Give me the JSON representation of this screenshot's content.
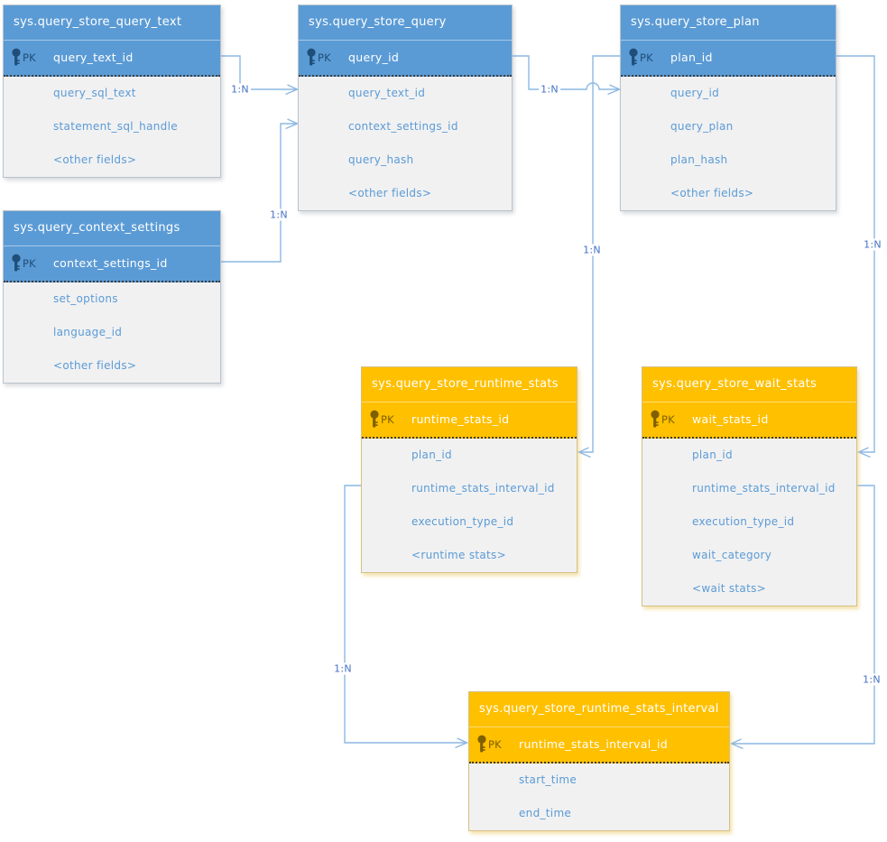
{
  "diagram": {
    "kind": "entity-relationship-diagram",
    "relationship_cardinality": "1:N",
    "tables": [
      {
        "title": "sys.query_store_query_text",
        "theme": "blue",
        "pk_label": "PK",
        "pk_field": "query_text_id",
        "fields": [
          "query_sql_text",
          "statement_sql_handle",
          "<other fields>"
        ]
      },
      {
        "title": "sys.query_store_query",
        "theme": "blue",
        "pk_label": "PK",
        "pk_field": "query_id",
        "fields": [
          "query_text_id",
          "context_settings_id",
          "query_hash",
          "<other fields>"
        ]
      },
      {
        "title": "sys.query_store_plan",
        "theme": "blue",
        "pk_label": "PK",
        "pk_field": "plan_id",
        "fields": [
          "query_id",
          "query_plan",
          "plan_hash",
          "<other fields>"
        ]
      },
      {
        "title": "sys.query_context_settings",
        "theme": "blue",
        "pk_label": "PK",
        "pk_field": "context_settings_id",
        "fields": [
          "set_options",
          "language_id",
          "<other fields>"
        ]
      },
      {
        "title": "sys.query_store_runtime_stats",
        "theme": "orange",
        "pk_label": "PK",
        "pk_field": "runtime_stats_id",
        "fields": [
          "plan_id",
          "runtime_stats_interval_id",
          "execution_type_id",
          "<runtime stats>"
        ]
      },
      {
        "title": "sys.query_store_wait_stats",
        "theme": "orange",
        "pk_label": "PK",
        "pk_field": "wait_stats_id",
        "fields": [
          "plan_id",
          "runtime_stats_interval_id",
          "execution_type_id",
          "wait_category",
          "<wait stats>"
        ]
      },
      {
        "title": "sys.query_store_runtime_stats_interval",
        "theme": "orange",
        "pk_label": "PK",
        "pk_field": "runtime_stats_interval_id",
        "fields": [
          "start_time",
          "end_time"
        ]
      }
    ],
    "connectors": [
      {
        "label": "1:N",
        "from": "sys.query_store_query_text.query_text_id",
        "to": "sys.query_store_query.query_text_id"
      },
      {
        "label": "1:N",
        "from": "sys.query_context_settings.context_settings_id",
        "to": "sys.query_store_query.context_settings_id"
      },
      {
        "label": "1:N",
        "from": "sys.query_store_query.query_id",
        "to": "sys.query_store_plan.query_id"
      },
      {
        "label": "1:N",
        "from": "sys.query_store_plan.plan_id",
        "to": "sys.query_store_runtime_stats.plan_id"
      },
      {
        "label": "1:N",
        "from": "sys.query_store_plan.plan_id",
        "to": "sys.query_store_wait_stats.plan_id"
      },
      {
        "label": "1:N",
        "from": "sys.query_store_runtime_stats.runtime_stats_interval_id",
        "to": "sys.query_store_runtime_stats_interval.runtime_stats_interval_id"
      },
      {
        "label": "1:N",
        "from": "sys.query_store_wait_stats.runtime_stats_interval_id",
        "to": "sys.query_store_runtime_stats_interval.runtime_stats_interval_id"
      }
    ],
    "colors": {
      "blue_header": "#5B9BD5",
      "orange_header": "#FFC000",
      "body_background": "#F1F1F2",
      "field_text": "#5B9BD5",
      "connector_line": "#8CB8E4",
      "cardinality_label_text": "#4472C4",
      "pk_icon_blue": "#1F4E79",
      "pk_icon_orange": "#7F6000"
    }
  }
}
